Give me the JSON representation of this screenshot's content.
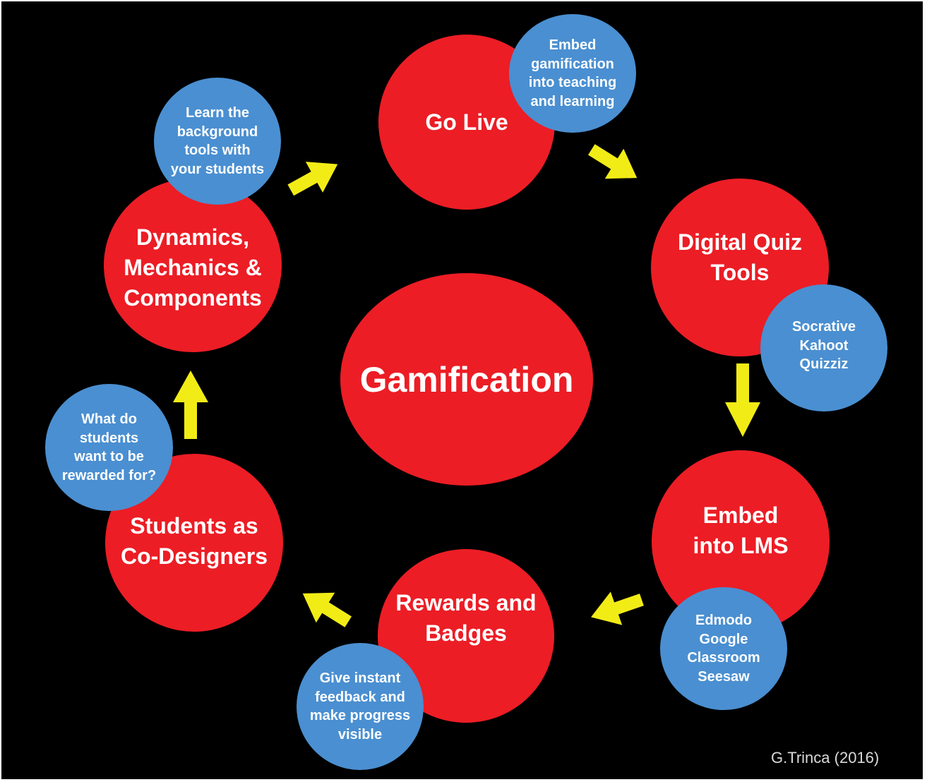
{
  "diagram": {
    "center": {
      "label": "Gamification"
    },
    "stages": [
      {
        "label": "Go Live",
        "note": "Embed\ngamification\ninto teaching\nand learning"
      },
      {
        "label": "Digital Quiz\nTools",
        "note": "Socrative\nKahoot\nQuizziz"
      },
      {
        "label": "Embed\ninto LMS",
        "note": "Edmodo\nGoogle\nClassroom\nSeesaw"
      },
      {
        "label": "Rewards and\nBadges",
        "note": "Give instant\nfeedback and\nmake progress\nvisible"
      },
      {
        "label": "Students as\nCo-Designers",
        "note": "What do\nstudents\nwant to be\nrewarded for?"
      },
      {
        "label": "Dynamics,\nMechanics &\nComponents",
        "note": "Learn the\nbackground\ntools with\nyour students"
      }
    ],
    "credit": "G.Trinca (2016)"
  },
  "colors": {
    "background": "#000000",
    "stage_circle": "#ec1d25",
    "note_circle": "#4a8fd1",
    "arrow": "#f2ec16",
    "text": "#ffffff"
  }
}
